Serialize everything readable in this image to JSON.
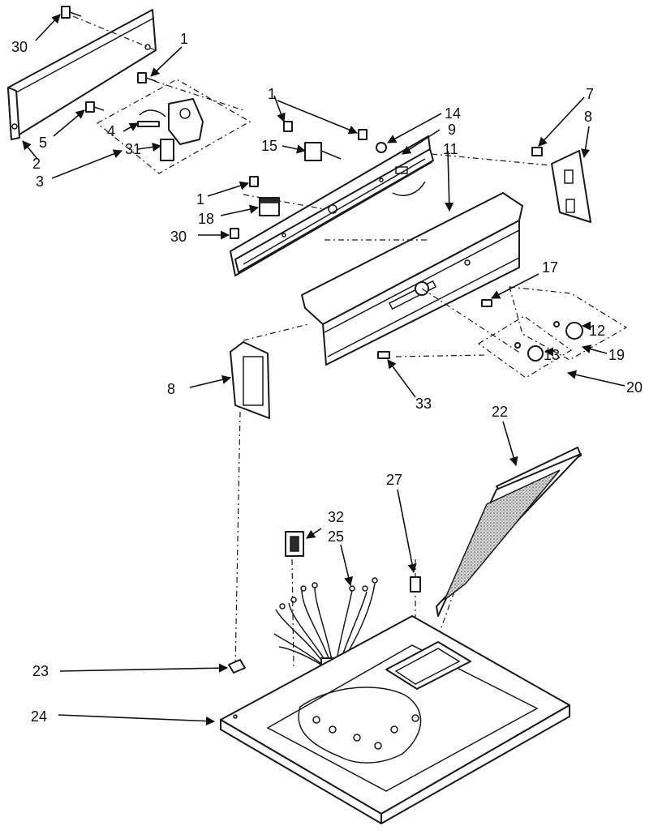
{
  "callouts": {
    "c30a": "30",
    "c1a": "1",
    "c5": "5",
    "c4": "4",
    "c2": "2",
    "c31": "31",
    "c3": "3",
    "c1b": "1",
    "c14": "14",
    "c9": "9",
    "c15": "15",
    "c11": "11",
    "c1c": "1",
    "c18": "18",
    "c30b": "30",
    "c7": "7",
    "c8a": "8",
    "c17": "17",
    "c12": "12",
    "c13": "13",
    "c19": "19",
    "c20": "20",
    "c8b": "8",
    "c33": "33",
    "c22": "22",
    "c27": "27",
    "c32": "32",
    "c25": "25",
    "c23": "23",
    "c24": "24"
  }
}
